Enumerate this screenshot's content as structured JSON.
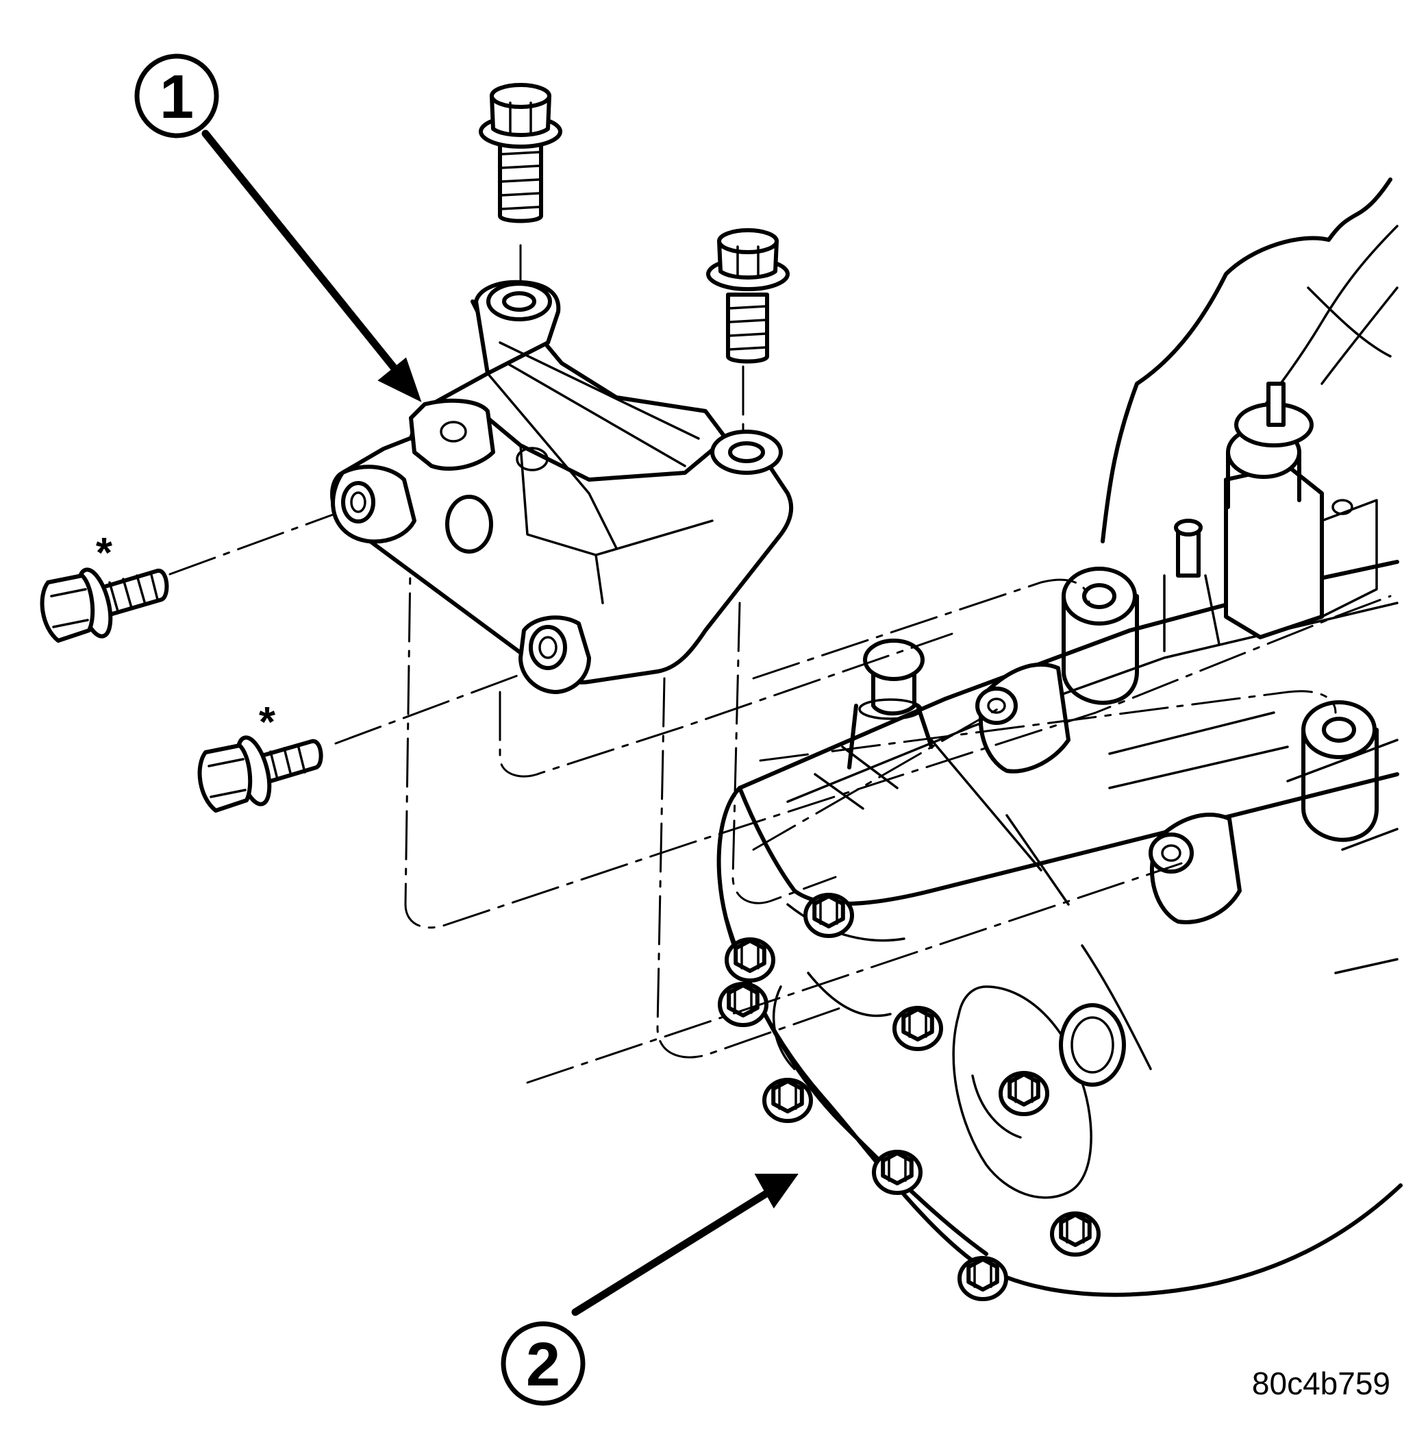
{
  "callouts": {
    "one": "1",
    "two": "2"
  },
  "asterisks": {
    "upper": "*",
    "lower": "*"
  },
  "reference_code": "80c4b759",
  "colors": {
    "ink": "#000000",
    "paper": "#ffffff"
  }
}
